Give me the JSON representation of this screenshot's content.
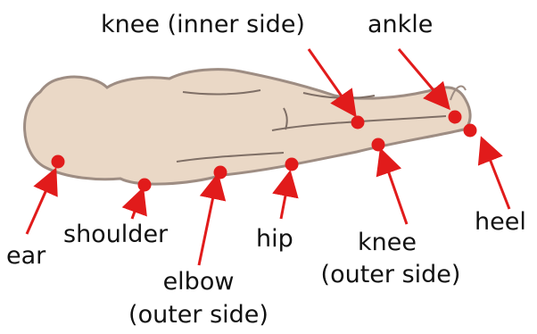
{
  "diagram": {
    "colors": {
      "body_fill": "#ead8c6",
      "body_stroke": "#9e8d83",
      "detail_stroke": "#7f6f66",
      "marker": "#e11b1b"
    },
    "labels": {
      "knee_inner": "knee (inner side)",
      "ankle": "ankle",
      "heel": "heel",
      "ear": "ear",
      "shoulder": "shoulder",
      "hip": "hip",
      "elbow_line1": "elbow",
      "elbow_line2": "(outer side)",
      "knee_outer_line1": "knee",
      "knee_outer_line2": "(outer side)"
    }
  }
}
